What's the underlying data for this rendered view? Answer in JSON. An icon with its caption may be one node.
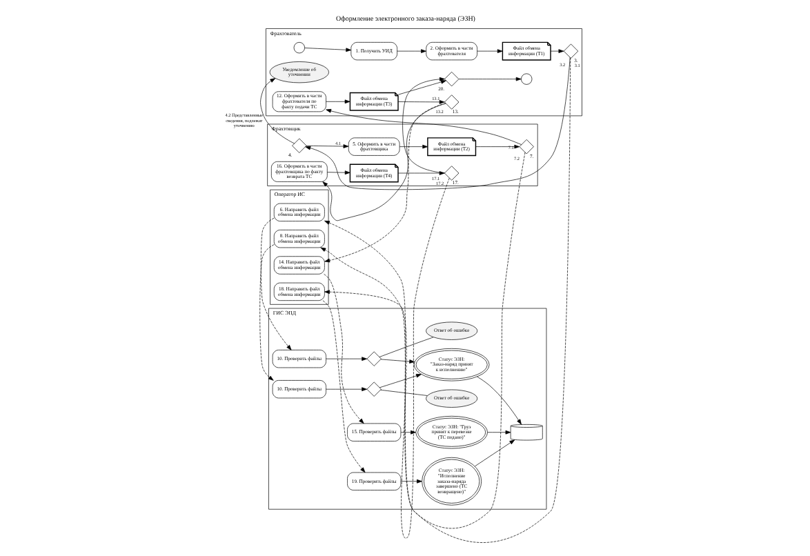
{
  "diagram": {
    "title": "Оформление электронного заказа-наряда (ЭЗН)",
    "nodes": [
      {
        "text": [
          "Фрахтователь"
        ]
      },
      {
        "text": [
          "Фрахтовщик"
        ]
      },
      {
        "text": [
          "Оператор ИС"
        ]
      },
      {
        "text": [
          "ГИС ЭПД"
        ]
      },
      {
        "text": [],
        "shape": "circle",
        "in": 0
      },
      {
        "text": [
          "1. Получить УИД"
        ],
        "in": 0
      },
      {
        "text": [
          "2. Оформить в части фрахтователя"
        ],
        "in": 0
      },
      {
        "text": [
          "Файл обмена информации (Т1)"
        ],
        "in": 0
      },
      {
        "text": [],
        "shape": "diamond",
        "in": 0,
        "beside": [
          "3."
        ]
      },
      {
        "text": [
          "Уведомление об уточнении"
        ],
        "in": 0
      },
      {
        "text": [],
        "shape": "diamond",
        "in": 1,
        "beside": [
          "4."
        ]
      },
      {
        "text": [
          "5. Оформить в части фрахтовщика"
        ],
        "in": 1
      },
      {
        "text": [
          "Файл обмена информации (Т2)"
        ],
        "in": 1
      },
      {
        "text": [],
        "shape": "diamond",
        "in": 1,
        "beside": [
          "7."
        ]
      },
      {
        "text": [
          "12. Оформить в части фрахтователя по факту подачи ТС"
        ],
        "in": 0
      },
      {
        "text": [
          "Файл обмена информации (Т3)"
        ],
        "in": 0
      },
      {
        "text": [],
        "shape": "diamond",
        "in": 0,
        "beside": [
          "13."
        ]
      },
      {
        "text": [],
        "shape": "diamond",
        "in": 0,
        "beside": [
          "20."
        ]
      },
      {
        "text": [],
        "shape": "circle",
        "in": 0
      },
      {
        "text": [
          "16. Оформить в части фрахтовщика по факту возврата ТС"
        ],
        "in": 1
      },
      {
        "text": [
          "Файл обмена информации (Т4)"
        ],
        "in": 1
      },
      {
        "text": [],
        "shape": "diamond",
        "in": 1,
        "beside": [
          "17."
        ]
      },
      {
        "text": [
          "6. Направить файл обмена информации"
        ],
        "in": 2
      },
      {
        "text": [
          "8. Направить файл обмена информации"
        ],
        "in": 2
      },
      {
        "text": [
          "14. Направить файл обмена информации"
        ],
        "in": 2
      },
      {
        "text": [
          "18. Направить файл обмена информации"
        ],
        "in": 2
      },
      {
        "text": [
          "10. Проверить файлы"
        ],
        "in": 3
      },
      {
        "text": [],
        "shape": "diamond",
        "in": 3
      },
      {
        "text": [
          "Ответ об ошибке"
        ],
        "in": 3
      },
      {
        "text": [
          "Ответ об ошибке"
        ],
        "in": 3
      },
      {
        "text": [],
        "shape": "diamond",
        "in": 3
      },
      {
        "text": [
          "10. Проверить файлы"
        ],
        "in": 3
      },
      {
        "text": [
          "Статус ЭЗН: \"Заказ-наряд принят к исполнению\""
        ],
        "in": 3
      },
      {
        "text": [
          "15. Проверить файлы"
        ],
        "in": 3
      },
      {
        "text": [
          "Статус ЭЗН: \"Груз принят к перевозке (ТС подано)\""
        ],
        "in": 3
      },
      {
        "text": [
          "19. Проверить файлы"
        ],
        "in": 3
      },
      {
        "text": [
          "Статус ЭЗН: \"Исполнение заказа-наряда завершено (ТС возвращено)\""
        ],
        "in": 3
      },
      {
        "text": [],
        "shape": "cylinder",
        "in": 3
      }
    ],
    "edges": [
      {
        "from": 4,
        "to": 5,
        "arrow": "to"
      },
      {
        "from": 5,
        "to": 6,
        "arrow": "to"
      },
      {
        "from": 6,
        "to": 7,
        "arrow": "to"
      },
      {
        "from": 7,
        "to": 8,
        "arrow": "to"
      },
      {
        "from": 8,
        "to": 22,
        "arrow": "to",
        "label": "3.1",
        "style": "dashed"
      },
      {
        "from": 8,
        "to": 10,
        "arrow": "to",
        "label": "3.2"
      },
      {
        "from": 10,
        "to": 9,
        "arrow": "to",
        "label": "4.2 Представленные сведения, подлежат уточнению"
      },
      {
        "from": 10,
        "to": 11,
        "arrow": "to",
        "label": "4.1"
      },
      {
        "from": 11,
        "to": 12,
        "arrow": "to"
      },
      {
        "from": 12,
        "to": 13,
        "arrow": "to"
      },
      {
        "from": 13,
        "to": 14,
        "arrow": "to",
        "label": "7.1"
      },
      {
        "from": 13,
        "to": 23,
        "arrow": "to",
        "label": "7.2",
        "style": "dashed"
      },
      {
        "from": 14,
        "to": 15,
        "arrow": "to"
      },
      {
        "from": 15,
        "to": 16,
        "arrow": "to"
      },
      {
        "from": 16,
        "to": 24,
        "arrow": "to",
        "label": "13.2",
        "style": "dashed"
      },
      {
        "from": 16,
        "to": 19,
        "arrow": "to",
        "label": "13.1"
      },
      {
        "from": 15,
        "to": 17,
        "arrow": "to"
      },
      {
        "from": 17,
        "to": 18,
        "arrow": "to"
      },
      {
        "from": 19,
        "to": 20,
        "arrow": "to"
      },
      {
        "from": 20,
        "to": 21,
        "arrow": "to"
      },
      {
        "from": 21,
        "to": 17,
        "arrow": "to",
        "label": "17.1"
      },
      {
        "from": 21,
        "to": 25,
        "arrow": "to",
        "label": "17.2",
        "style": "dashed"
      },
      {
        "from": 22,
        "to": 26,
        "arrow": "to",
        "style": "dashed"
      },
      {
        "from": 23,
        "to": 31,
        "arrow": "to",
        "style": "dashed"
      },
      {
        "from": 24,
        "to": 33,
        "arrow": "to",
        "style": "dashed"
      },
      {
        "from": 25,
        "to": 35,
        "arrow": "to",
        "style": "dashed"
      },
      {
        "from": 26,
        "to": 27,
        "arrow": "to"
      },
      {
        "from": 27,
        "to": 28,
        "arrow": "none"
      },
      {
        "from": 27,
        "to": 32,
        "arrow": "to"
      },
      {
        "from": 31,
        "to": 30,
        "arrow": "to"
      },
      {
        "from": 30,
        "to": 29,
        "arrow": "none"
      },
      {
        "from": 30,
        "to": 32,
        "arrow": "to"
      },
      {
        "from": 33,
        "to": 34,
        "arrow": "to"
      },
      {
        "from": 35,
        "to": 36,
        "arrow": "to"
      },
      {
        "from": 32,
        "to": 37,
        "arrow": "to"
      },
      {
        "from": 34,
        "to": 37,
        "arrow": "to"
      },
      {
        "from": 36,
        "to": 37,
        "arrow": "to"
      }
    ]
  }
}
